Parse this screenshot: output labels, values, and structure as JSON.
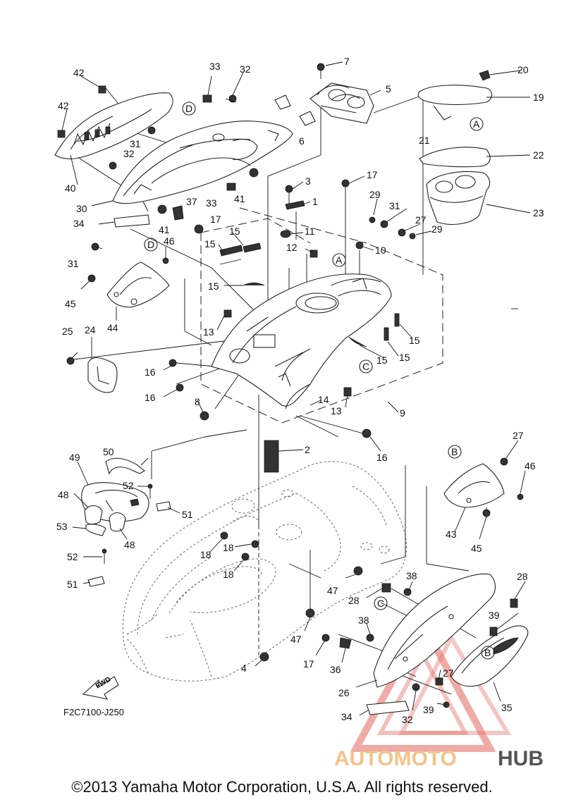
{
  "diagram_code": "F2C7100-J250",
  "fwd_label": "FWD",
  "circle_labels": [
    "A",
    "B",
    "C",
    "D"
  ],
  "copyright": "©2013 Yamaha Motor Corporation, U.S.A. All rights reserved.",
  "watermark": {
    "auto": "AUTOMOTO",
    "hub": "HUB",
    "colors": {
      "auto": "#f2c38a",
      "hub": "#555555",
      "triangle": "#e05a4f"
    }
  },
  "callouts": {
    "c1": "1",
    "c2": "2",
    "c3": "3",
    "c4": "4",
    "c5": "5",
    "c6": "6",
    "c7": "7",
    "c8": "8",
    "c9": "9",
    "c10": "10",
    "c11": "11",
    "c12": "12",
    "c13a": "13",
    "c13b": "13",
    "c14": "14",
    "c15a": "15",
    "c15b": "15",
    "c15c": "15",
    "c15d": "15",
    "c15e": "15",
    "c16a": "16",
    "c16b": "16",
    "c16c": "16",
    "c17a": "17",
    "c17b": "17",
    "c17c": "17",
    "c18a": "18",
    "c18b": "18",
    "c18c": "18",
    "c19": "19",
    "c20": "20",
    "c21": "21",
    "c22": "22",
    "c23": "23",
    "c24": "24",
    "c25": "25",
    "c26": "26",
    "c27a": "27",
    "c27b": "27",
    "c27c": "27",
    "c28a": "28",
    "c28b": "28",
    "c29a": "29",
    "c29b": "29",
    "c30": "30",
    "c31a": "31",
    "c31b": "31",
    "c31c": "31",
    "c32a": "32",
    "c32b": "32",
    "c32c": "32",
    "c33a": "33",
    "c33b": "33",
    "c34a": "34",
    "c34b": "34",
    "c35": "35",
    "c36": "36",
    "c37": "37",
    "c38a": "38",
    "c38b": "38",
    "c39a": "39",
    "c39b": "39",
    "c40": "40",
    "c41a": "41",
    "c41b": "41",
    "c42a": "42",
    "c42b": "42",
    "c43": "43",
    "c44": "44",
    "c45a": "45",
    "c45b": "45",
    "c46a": "46",
    "c46b": "46",
    "c47a": "47",
    "c47b": "47",
    "c48a": "48",
    "c48b": "48",
    "c49": "49",
    "c50": "50",
    "c51a": "51",
    "c51b": "51",
    "c52a": "52",
    "c52b": "52",
    "c53": "53"
  }
}
